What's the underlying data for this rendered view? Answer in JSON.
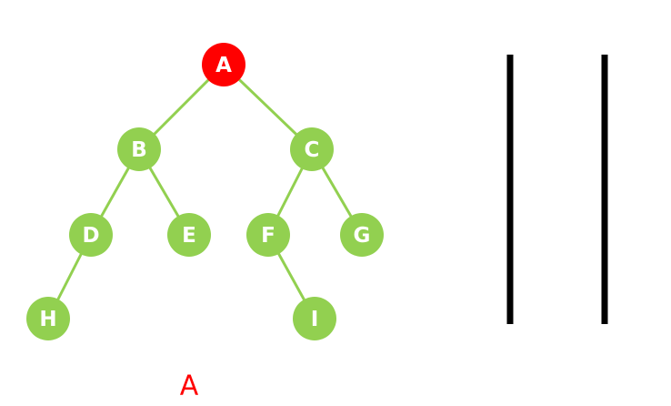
{
  "tree": {
    "nodes": [
      {
        "id": "A",
        "label": "A",
        "state": "highlighted"
      },
      {
        "id": "B",
        "label": "B",
        "state": "normal"
      },
      {
        "id": "C",
        "label": "C",
        "state": "normal"
      },
      {
        "id": "D",
        "label": "D",
        "state": "normal"
      },
      {
        "id": "E",
        "label": "E",
        "state": "normal"
      },
      {
        "id": "F",
        "label": "F",
        "state": "normal"
      },
      {
        "id": "G",
        "label": "G",
        "state": "normal"
      },
      {
        "id": "H",
        "label": "H",
        "state": "normal"
      },
      {
        "id": "I",
        "label": "I",
        "state": "normal"
      }
    ],
    "edges": [
      [
        "A",
        "B"
      ],
      [
        "A",
        "C"
      ],
      [
        "B",
        "D"
      ],
      [
        "B",
        "E"
      ],
      [
        "C",
        "F"
      ],
      [
        "C",
        "G"
      ],
      [
        "D",
        "H"
      ],
      [
        "F",
        "I"
      ]
    ]
  },
  "output": {
    "text": "A"
  },
  "colors": {
    "node": "#92d050",
    "highlight": "#ff0000",
    "edge": "#92d050",
    "node_text": "#ffffff",
    "output_text": "#ff0000",
    "container": "#000000"
  }
}
